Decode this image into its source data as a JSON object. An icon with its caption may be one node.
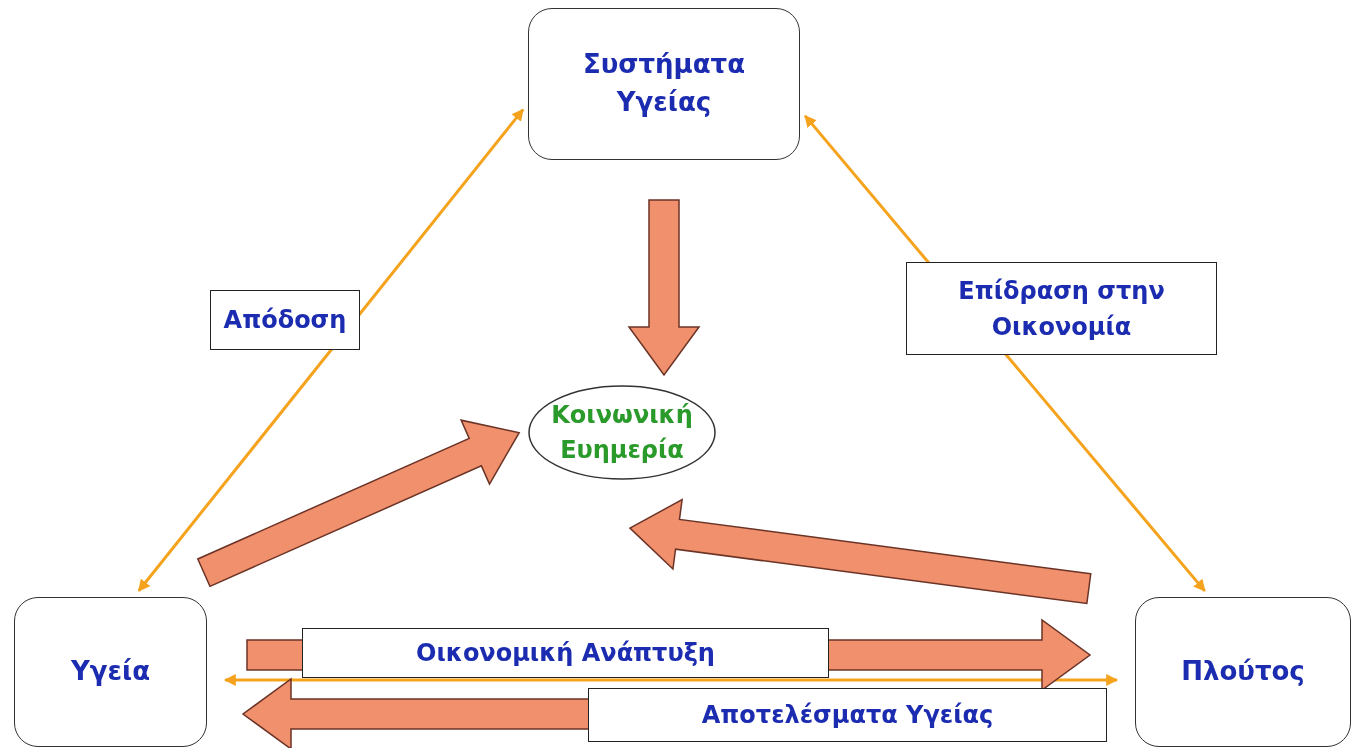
{
  "diagram": {
    "nodes": [
      {
        "text": [
          "Συστήματα Υγείας"
        ]
      },
      {
        "text": [
          "Κοινωνική Ευημερία"
        ]
      },
      {
        "text": [
          "Υγεία"
        ]
      },
      {
        "text": [
          "Πλούτος"
        ]
      }
    ],
    "edges": [
      {
        "from": 2,
        "to": 0,
        "arrow": "both",
        "label": "Απόδοση",
        "color": "#f5a21c"
      },
      {
        "from": 0,
        "to": 3,
        "arrow": "both",
        "label": "Επίδραση στην Οικονομία",
        "color": "#f5a21c"
      },
      {
        "from": 2,
        "to": 3,
        "arrow": "both",
        "color": "#f5a21c"
      },
      {
        "from": 0,
        "to": 1,
        "arrow": "to",
        "style": "thick"
      },
      {
        "from": 2,
        "to": 1,
        "arrow": "to",
        "style": "thick"
      },
      {
        "from": 3,
        "to": 1,
        "arrow": "to",
        "style": "thick"
      },
      {
        "from": 2,
        "to": 3,
        "arrow": "to",
        "style": "thick",
        "label": "Οικονομική Ανάπτυξη"
      },
      {
        "from": 3,
        "to": 2,
        "arrow": "to",
        "style": "thick",
        "label": "Αποτελέσματα Υγείας"
      }
    ]
  }
}
